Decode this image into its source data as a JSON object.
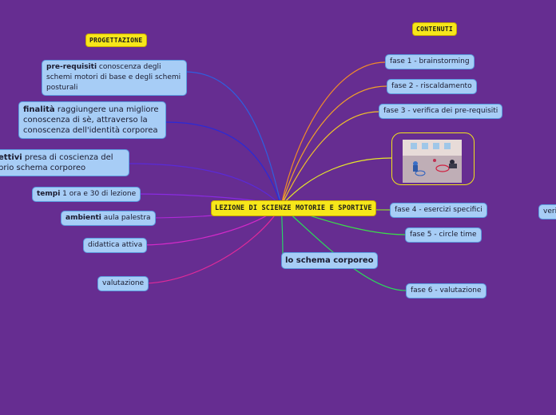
{
  "center": {
    "label": "LEZIONE DI SCIENZE MOTORIE E SPORTIVE"
  },
  "headers": {
    "progettazione": "PROGETTAZIONE",
    "contenuti": "CONTENUTI"
  },
  "left_nodes": {
    "prerequisiti": {
      "bold": "pre-requisiti",
      "text": " conoscenza degli schemi motori di base e degli schemi posturali"
    },
    "finalita": {
      "bold": "finalità",
      "text": " raggiungere una migliore conoscenza di sè, attraverso la conoscenza dell'identità corporea"
    },
    "obiettivi": {
      "bold": "ettivi",
      "text": " presa di coscienza del prio schema corporeo"
    },
    "tempi": {
      "bold": "tempi",
      "text": " 1 ora e 30 di lezione"
    },
    "ambienti": {
      "bold": "ambienti",
      "text": " aula palestra"
    },
    "didattica": {
      "text": "didattica attiva"
    },
    "valutazione": {
      "text": "valutazione"
    }
  },
  "right_nodes": {
    "fase1": "fase 1 - brainstorming",
    "fase2": "fase 2 - riscaldamento",
    "fase3": "fase 3 - verifica dei pre-requisiti",
    "fase4": "fase 4 - esercizi specifici",
    "fase5": "fase 5 - circle time",
    "fase6": "fase 6 - valutazione",
    "edge": "verif"
  },
  "schema_node": "lo schema corporeo",
  "link_colors": {
    "prerequisiti": "#2f5fe0",
    "finalita": "#2a2ad8",
    "obiettivi": "#5a2ad8",
    "tempi": "#8a2be2",
    "ambienti": "#b02ad8",
    "didattica": "#d22ac8",
    "valutazione": "#e02a9a",
    "fase1": "#f08a2a",
    "fase2": "#f0a02a",
    "fase3": "#f0c02a",
    "image": "#e6e62a",
    "fase4": "#8cdc2a",
    "fase5": "#3cdc4a",
    "fase6": "#2adc5a",
    "schema": "#2ad06a"
  }
}
